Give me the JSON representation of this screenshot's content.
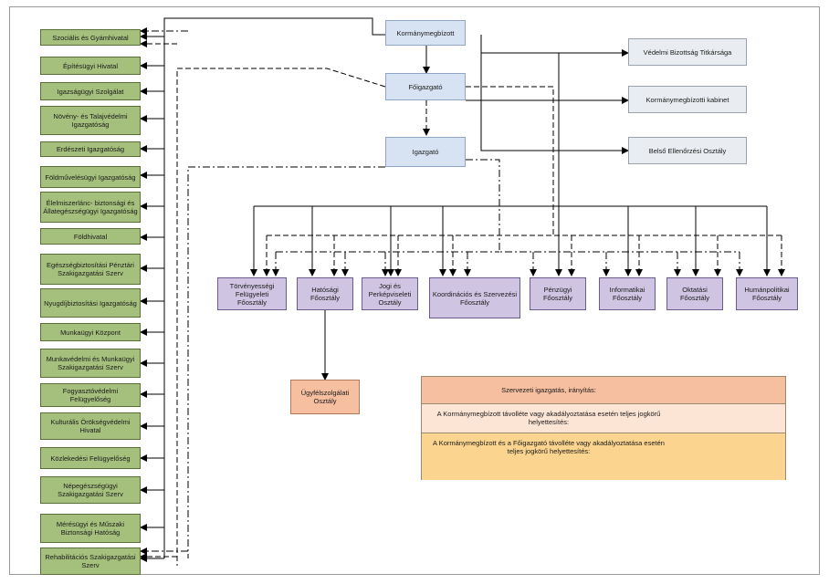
{
  "top": {
    "kormanymegbizott": "Kormánymegbízott",
    "foigazgato": "Főigazgató",
    "igazgato": "Igazgató"
  },
  "right_boxes": [
    "Védelmi Bizottság Titkársága",
    "Kormánymegbízotti kabinet",
    "Belső Ellenőrzési Osztály"
  ],
  "departments": [
    "Törvényességi Felügyeleti Főosztály",
    "Hatósági Főosztály",
    "Jogi és Perképviseleti Osztály",
    "Koordinációs és Szervezési Főosztály",
    "Pénzügyi Főosztály",
    "Informatikai Főosztály",
    "Oktatási Főosztály",
    "Humánpolitikai Főosztály"
  ],
  "ugyfelszolgalat": "Ügyfélszolgálati Osztály",
  "left_offices": [
    "Szociális és Gyámhivatal",
    "Építésügyi Hivatal",
    "Igazságügyi Szolgálat",
    "Növény- és Talajvédelmi Igazgatóság",
    "Erdészeti Igazgatóság",
    "Földművelésügyi Igazgatóság",
    "Élelmiszerlánc- biztonsági és Állategészségügyi Igazgatóság",
    "Földhivatal",
    "Egészségbiztosítási Pénztári Szakigazgatási Szerv",
    "Nyugdíjbiztosítási Igazgatóság",
    "Munkaügyi Központ",
    "Munkavédelmi és Munkaügyi Szakigazgatási Szerv",
    "Fogyasztóvédelmi Felügyelőség",
    "Kulturális Örökségvédelmi Hivatal",
    "Közlekedési Felügyelőség",
    "Népegészségügyi Szakigazgatási Szerv",
    "Mérésügyi és Műszaki Biztonsági Hatóság",
    "Rehabilitációs Szakigazgatási Szerv"
  ],
  "legend": {
    "row1": "Szervezeti igazgatás, irányítás:",
    "row2": "A Kormánymegbízott távolléte vagy akadályoztatása esetén teljes jogkörű helyettesítés:",
    "row3": "A Kormánymegbízott és a Főigazgató távolléte vagy akadályoztatása esetén teljes jogkörű helyettesítés:",
    "colors": {
      "row1": "#f6bfa0",
      "row2": "#fde5d6",
      "row3": "#fbd58f"
    }
  }
}
